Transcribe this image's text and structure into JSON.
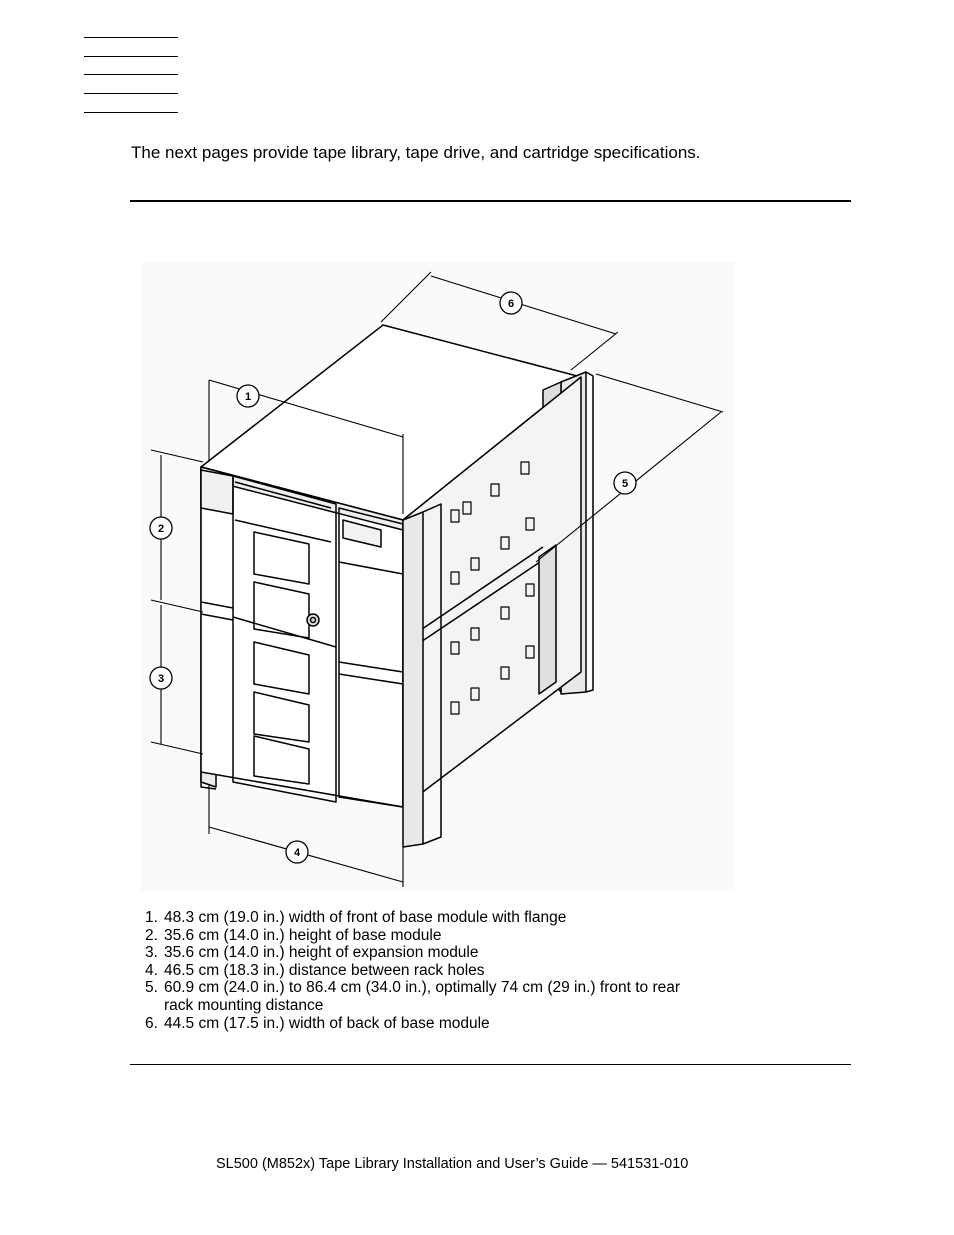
{
  "intro": "The next pages provide tape library, tape drive, and cartridge specifications.",
  "figure": {
    "callouts": [
      "1",
      "2",
      "3",
      "4",
      "5",
      "6"
    ]
  },
  "legend": [
    {
      "num": "1.",
      "text": "48.3 cm (19.0 in.) width of front of base module with flange"
    },
    {
      "num": "2.",
      "text": "35.6 cm (14.0 in.) height of base module"
    },
    {
      "num": "3.",
      "text": "35.6 cm (14.0 in.) height of expansion module"
    },
    {
      "num": "4.",
      "text": "46.5 cm (18.3 in.) distance between rack holes"
    },
    {
      "num": "5.",
      "text": "60.9 cm (24.0 in.) to 86.4 cm (34.0 in.), optimally 74 cm (29 in.) front to rear rack mounting distance"
    },
    {
      "num": "6.",
      "text": "44.5 cm (17.5 in.) width of back of base module"
    }
  ],
  "footer": "SL500 (M852x) Tape Library Installation and User’s Guide — 541531-010"
}
